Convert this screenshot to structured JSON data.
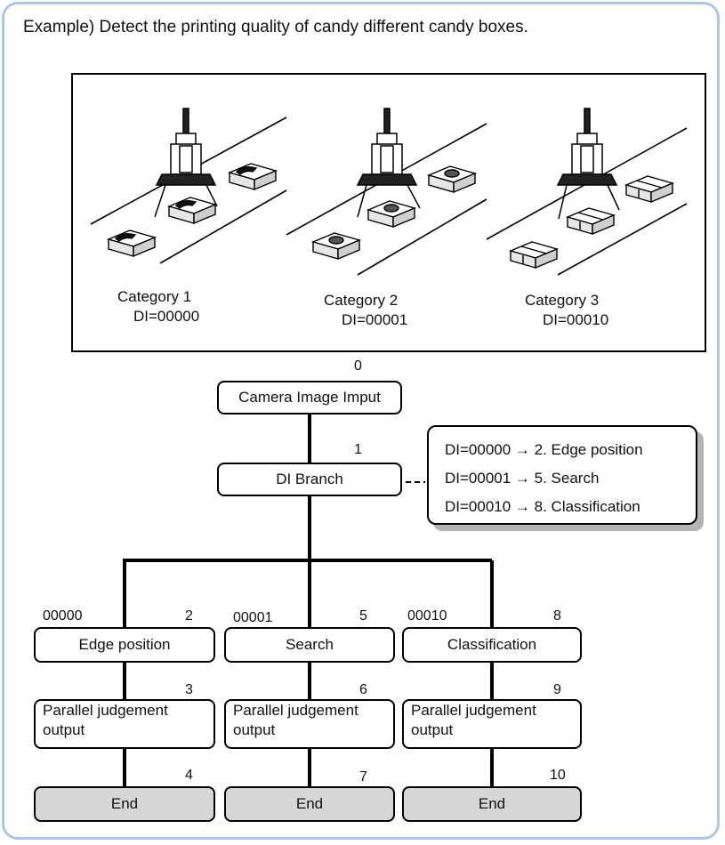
{
  "title": "Example) Detect the printing quality of candy different candy boxes.",
  "categories": [
    {
      "label": "Category 1",
      "code": "DI=00000"
    },
    {
      "label": "Category 2",
      "code": "DI=00001"
    },
    {
      "label": "Category 3",
      "code": "DI=00010"
    }
  ],
  "flow": {
    "input": {
      "num": "0",
      "label": "Camera Image Imput"
    },
    "branch": {
      "num": "1",
      "label": "DI Branch"
    },
    "branch_note": [
      "DI=00000 → 2. Edge position",
      "DI=00001 → 5. Search",
      "DI=00010 → 8. Classification"
    ],
    "columns": [
      {
        "code": "00000",
        "proc_num": "2",
        "proc": "Edge position",
        "out_num": "3",
        "out_l1": "Parallel judgement",
        "out_l2": "output",
        "end_num": "4",
        "end": "End"
      },
      {
        "code": "00001",
        "proc_num": "5",
        "proc": "Search",
        "out_num": "6",
        "out_l1": "Parallel judgement",
        "out_l2": "output",
        "end_num": "7",
        "end": "End"
      },
      {
        "code": "00010",
        "proc_num": "8",
        "proc": "Classification",
        "out_num": "9",
        "out_l1": "Parallel judgement",
        "out_l2": "output",
        "end_num": "10",
        "end": "End"
      }
    ]
  }
}
